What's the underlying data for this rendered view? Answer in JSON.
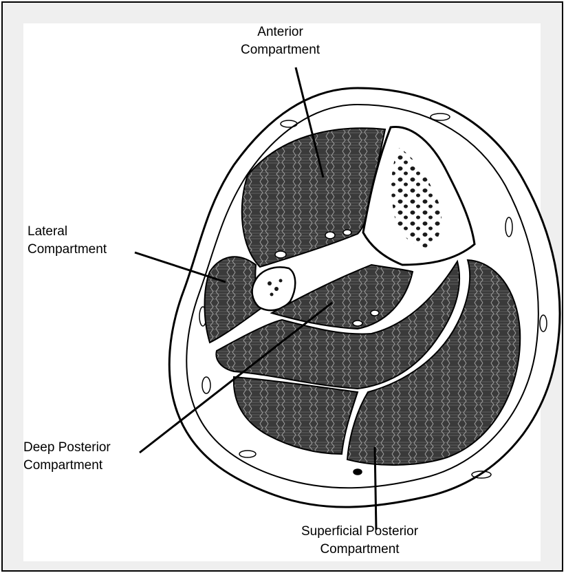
{
  "labels": {
    "anterior": [
      "Anterior",
      "Compartment"
    ],
    "lateral": [
      "Lateral",
      "Compartment"
    ],
    "deep_posterior": [
      "Deep Posterior",
      "Compartment"
    ],
    "superficial_posterior": [
      "Superficial Posterior",
      "Compartment"
    ]
  },
  "colors": {
    "muscle": "#3a3a3a",
    "muscle_pattern": "#8a8a8a",
    "tissue": "#ffffff",
    "outline": "#000000",
    "frame_bg": "#efefef"
  }
}
